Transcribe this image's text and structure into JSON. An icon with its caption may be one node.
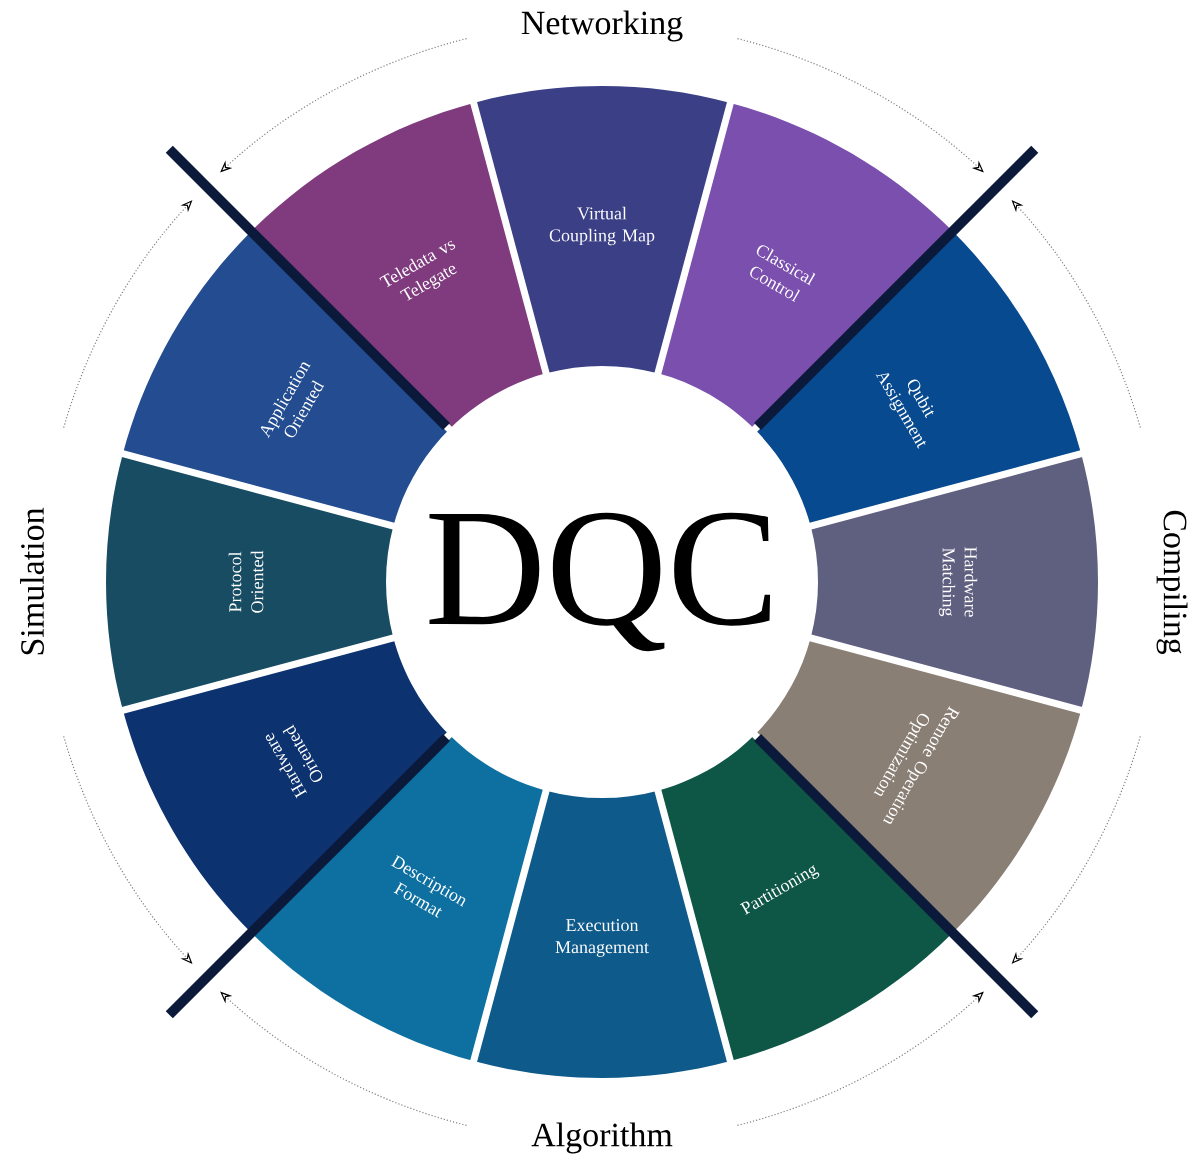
{
  "diagram": {
    "nodes": [
      {
        "text": [
          "DQC"
        ]
      },
      {
        "text": [
          "Virtual Coupling Map"
        ]
      },
      {
        "text": [
          "Classical Control"
        ]
      },
      {
        "text": [
          "Qubit Assignment"
        ]
      },
      {
        "text": [
          "Hardware Matching"
        ]
      },
      {
        "text": [
          "Remote Operation Optimization"
        ]
      },
      {
        "text": [
          "Partitioning"
        ]
      },
      {
        "text": [
          "Execution Management"
        ]
      },
      {
        "text": [
          "Description Format"
        ]
      },
      {
        "text": [
          "Hardware Oriented"
        ]
      },
      {
        "text": [
          "Protocol Oriented"
        ]
      },
      {
        "text": [
          "Application Oriented"
        ]
      },
      {
        "text": [
          "Teledata vs Telegate"
        ]
      }
    ],
    "labels": [
      "Networking",
      "Simulation",
      "Compiling",
      "Algorithm"
    ]
  }
}
